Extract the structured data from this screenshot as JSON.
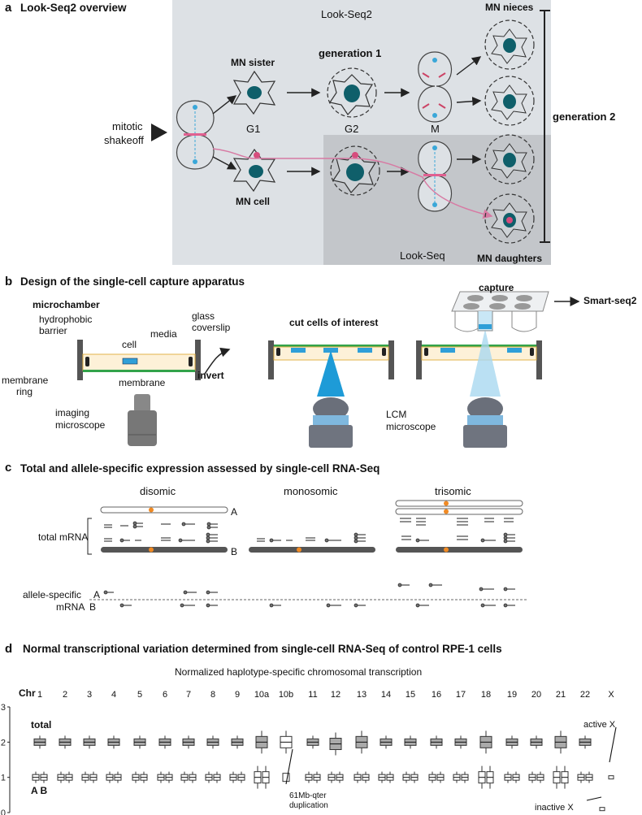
{
  "panel_a": {
    "letter": "a",
    "title": "Look-Seq2 overview",
    "lookseq2_label": "Look-Seq2",
    "lookseq_label": "Look-Seq",
    "mitotic": "mitotic",
    "shakeoff": "shakeoff",
    "mn_sister": "MN sister",
    "mn_cell": "MN cell",
    "generation1": "generation 1",
    "generation2": "generation 2",
    "g1": "G1",
    "g2": "G2",
    "m": "M",
    "mn_nieces": "MN nieces",
    "mn_daughters": "MN daughters"
  },
  "panel_b": {
    "letter": "b",
    "title": "Design of the single-cell capture apparatus",
    "microchamber": "microchamber",
    "hydrophobic": "hydrophobic",
    "barrier": "barrier",
    "glass": "glass",
    "coverslip": "coverslip",
    "cell": "cell",
    "media": "media",
    "membrane_ring_1": "membrane",
    "membrane_ring_2": "ring",
    "membrane": "membrane",
    "invert": "invert",
    "imaging": "imaging",
    "microscope": "microscope",
    "cut_cells": "cut cells of interest",
    "lcm": "LCM",
    "lcm_microscope": "microscope",
    "capture": "capture",
    "smartseq": "Smart-seq2"
  },
  "panel_c": {
    "letter": "c",
    "title": "Total and allele-specific expression assessed by single-cell RNA-Seq",
    "disomic": "disomic",
    "monosomic": "monosomic",
    "trisomic": "trisomic",
    "total_mrna": "total mRNA",
    "allele_a": "A",
    "allele_b": "B",
    "allele_specific": "allele-specific",
    "mrna": "mRNA"
  },
  "panel_d": {
    "letter": "d",
    "title": "Normal transcriptional variation determined from single-cell RNA-Seq of control RPE-1 cells",
    "subtitle": "Normalized haplotype-specific chromosomal transcription",
    "chr_label": "Chr",
    "total_label": "total",
    "ab_label": "A B",
    "active_x": "active X",
    "inactive_x": "inactive X",
    "dup_line1": "61Mb-qter",
    "dup_line2": "duplication",
    "colors": {
      "total_box": "#aaaaaa",
      "allele_box": "#ffffff"
    }
  },
  "chart_data": {
    "type": "box",
    "title": "Normal transcriptional variation determined from single-cell RNA-Seq of control RPE-1 cells",
    "subtitle": "Normalized haplotype-specific chromosomal transcription",
    "categories": [
      "1",
      "2",
      "3",
      "4",
      "5",
      "6",
      "7",
      "8",
      "9",
      "10a",
      "10b",
      "11",
      "12",
      "13",
      "14",
      "15",
      "16",
      "17",
      "18",
      "19",
      "20",
      "21",
      "22",
      "X"
    ],
    "ylim": [
      0,
      3
    ],
    "yticks": [
      "0",
      "1",
      "2",
      "3"
    ],
    "series": [
      {
        "name": "total",
        "medians": [
          2.0,
          2.0,
          2.0,
          2.0,
          2.0,
          2.0,
          2.0,
          2.0,
          2.0,
          2.0,
          2.0,
          2.0,
          1.95,
          2.0,
          2.0,
          2.0,
          2.0,
          2.0,
          2.0,
          2.0,
          2.0,
          2.0,
          2.0,
          null
        ]
      },
      {
        "name": "A",
        "medians": [
          1.0,
          1.0,
          1.0,
          1.0,
          1.0,
          1.0,
          1.0,
          1.0,
          1.0,
          1.0,
          1.0,
          1.0,
          1.0,
          1.0,
          1.0,
          1.0,
          1.0,
          1.0,
          1.0,
          1.0,
          1.0,
          1.0,
          1.0,
          1.0
        ]
      },
      {
        "name": "B",
        "medians": [
          1.0,
          1.0,
          1.0,
          1.0,
          1.0,
          1.0,
          1.0,
          1.0,
          1.0,
          1.0,
          null,
          1.0,
          1.0,
          1.0,
          1.0,
          1.0,
          1.0,
          1.0,
          1.0,
          1.0,
          1.0,
          1.0,
          1.0,
          0.1
        ]
      }
    ]
  }
}
